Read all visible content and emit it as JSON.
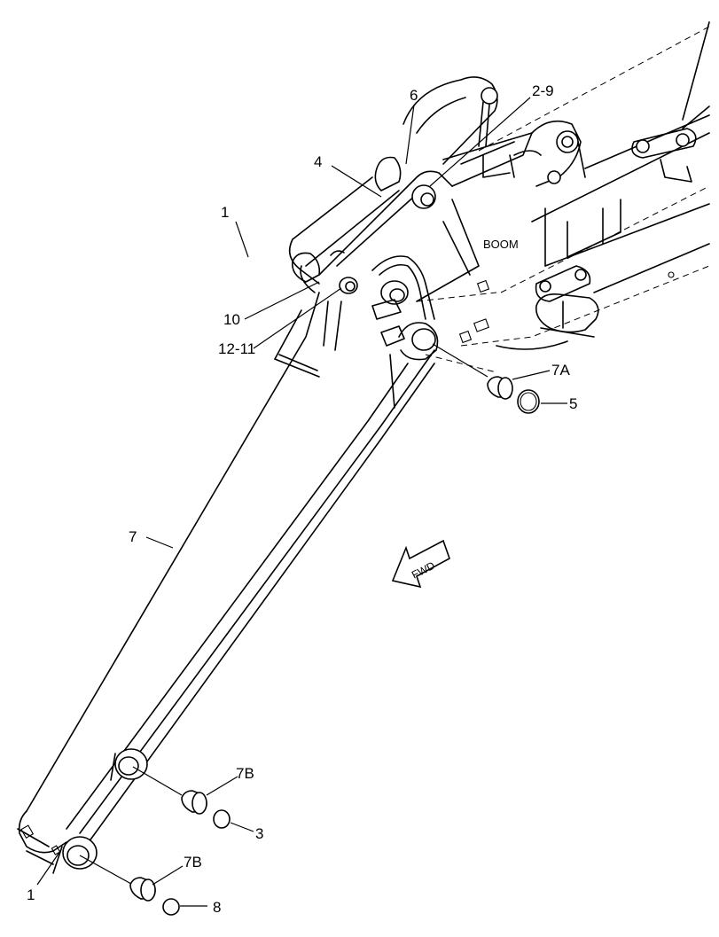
{
  "labels": {
    "l1_top": "1",
    "l4": "4",
    "l6": "6",
    "l2_9": "2-9",
    "l10": "10",
    "l12_11": "12-11",
    "l7A": "7A",
    "l5": "5",
    "l7": "7",
    "l7B_upper": "7B",
    "l3": "3",
    "l7B_lower": "7B",
    "l8": "8",
    "l1_bottom": "1"
  },
  "boom_text": "BOOM",
  "fwd_text": "FWD"
}
